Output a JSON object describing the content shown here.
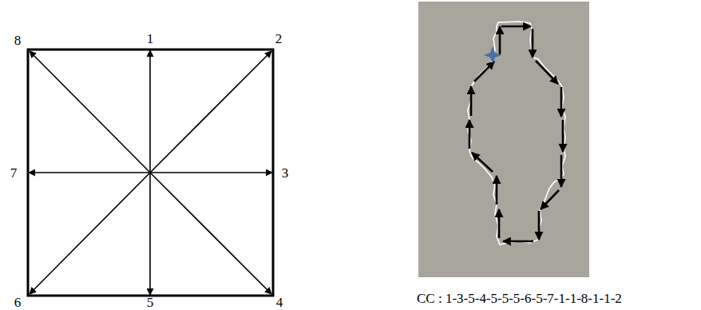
{
  "diagram": {
    "labels": [
      "8",
      "1",
      "2",
      "7",
      "3",
      "6",
      "5",
      "4",
      "CC : 1-3-5-4-5-5-5-6-5-7-1-1-8-1-1-2"
    ]
  }
}
